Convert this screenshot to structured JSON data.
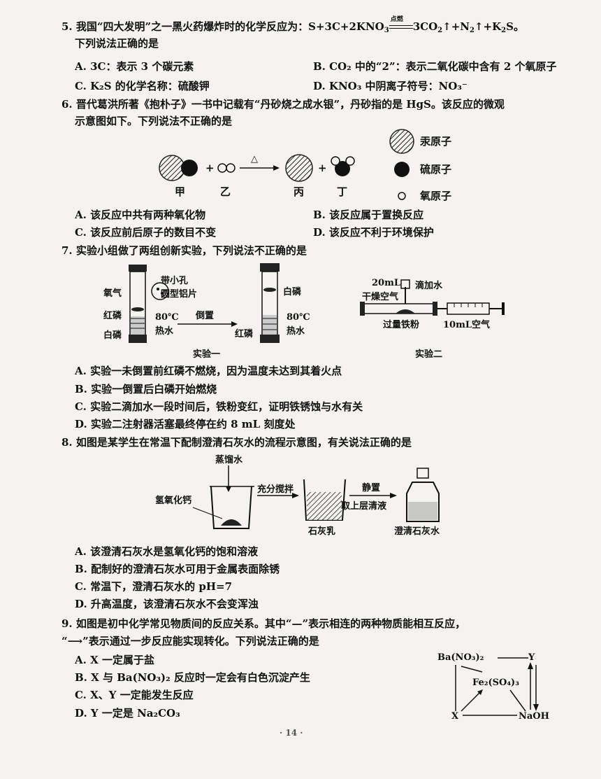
{
  "q5": {
    "stem_pre": "5. 我国“四大发明”之一黑火药爆炸时的化学反应为：S+3C+2KNO",
    "stem_cond": "点燃",
    "stem_post": "3CO",
    "stem_tail": "↑+N",
    "stem_end": "↑+K",
    "stem_s": "S。",
    "line2": "下列说法正确的是",
    "a": "A. 3C：表示 3 个碳元素",
    "b": "B. CO₂ 中的“2”：表示二氧化碳中含有 2 个氧原子",
    "c": "C. K₂S 的化学名称：硫酸钾",
    "d": "D. KNO₃ 中阴离子符号：NO₃⁻"
  },
  "q6": {
    "line1": "6. 晋代葛洪所著《抱朴子》一书中记载有“丹砂烧之成水银”，丹砂指的是 HgS。该反应的微观",
    "line2": "示意图如下。下列说法不正确的是",
    "legend_hg": "汞原子",
    "legend_s": "硫原子",
    "legend_o": "氧原子",
    "jia": "甲",
    "yi": "乙",
    "bing": "丙",
    "ding": "丁",
    "plus": "+",
    "delta": "△",
    "a": "A. 该反应中共有两种氧化物",
    "b": "B. 该反应属于置换反应",
    "c": "C. 该反应前后原子的数目不变",
    "d": "D. 该反应不利于环境保护"
  },
  "q7": {
    "line1": "7. 实验小组做了两组创新实验，下列说法不正确的是",
    "oxygen": "氧气",
    "red_p": "红磷",
    "white_p": "白磷",
    "temp": "80℃",
    "hot_water": "热水",
    "foil1": "带小孔",
    "foil2": "圆型铝片",
    "invert": "倒置",
    "white_p2": "白磷",
    "temp2": "80℃",
    "hot_water2": "热水",
    "red_p2": "红磷",
    "exp1": "实验一",
    "ml20": "20mL",
    "dry_air": "干燥空气",
    "drop_water": "滴加水",
    "iron": "过量铁粉",
    "ml10": "10mL空气",
    "exp2": "实验二",
    "a": "A. 实验一未倒置前红磷不燃烧，因为温度未达到其着火点",
    "b": "B. 实验一倒置后白磷开始燃烧",
    "c": "C. 实验二滴加水一段时间后，铁粉变红，证明铁锈蚀与水有关",
    "d": "D. 实验二注射器活塞最终停在约 8 mL 刻度处"
  },
  "q8": {
    "line1": "8. 如图是某学生在常温下配制澄清石灰水的流程示意图，有关说法正确的是",
    "water": "蒸馏水",
    "caoh2": "氢氧化钙",
    "stir": "充分搅拌",
    "milk": "石灰乳",
    "still1": "静置",
    "still2": "取上层清液",
    "clear": "澄清石灰水",
    "a": "A. 该澄清石灰水是氢氧化钙的饱和溶液",
    "b": "B. 配制好的澄清石灰水可用于金属表面除锈",
    "c": "C. 常温下，澄清石灰水的 pH=7",
    "d": "D. 升高温度，该澄清石灰水不会变浑浊"
  },
  "q9": {
    "line1": "9. 如图是初中化学常见物质间的反应关系。其中“—”表示相连的两种物质能相互反应，",
    "line2": "“⟶”表示通过一步反应能实现转化。下列说法正确的是",
    "a": "A. X 一定属于盐",
    "b": "B. X 与 Ba(NO₃)₂ 反应时一定会有白色沉淀产生",
    "c": "C. X、Y 一定能发生反应",
    "d": "D. Y 一定是 Na₂CO₃",
    "node_ba": "Ba(NO₃)₂",
    "node_y": "Y",
    "node_fe": "Fe₂(SO₄)₃",
    "node_x": "X",
    "node_naoh": "NaOH"
  },
  "footer": "· 14 ·"
}
